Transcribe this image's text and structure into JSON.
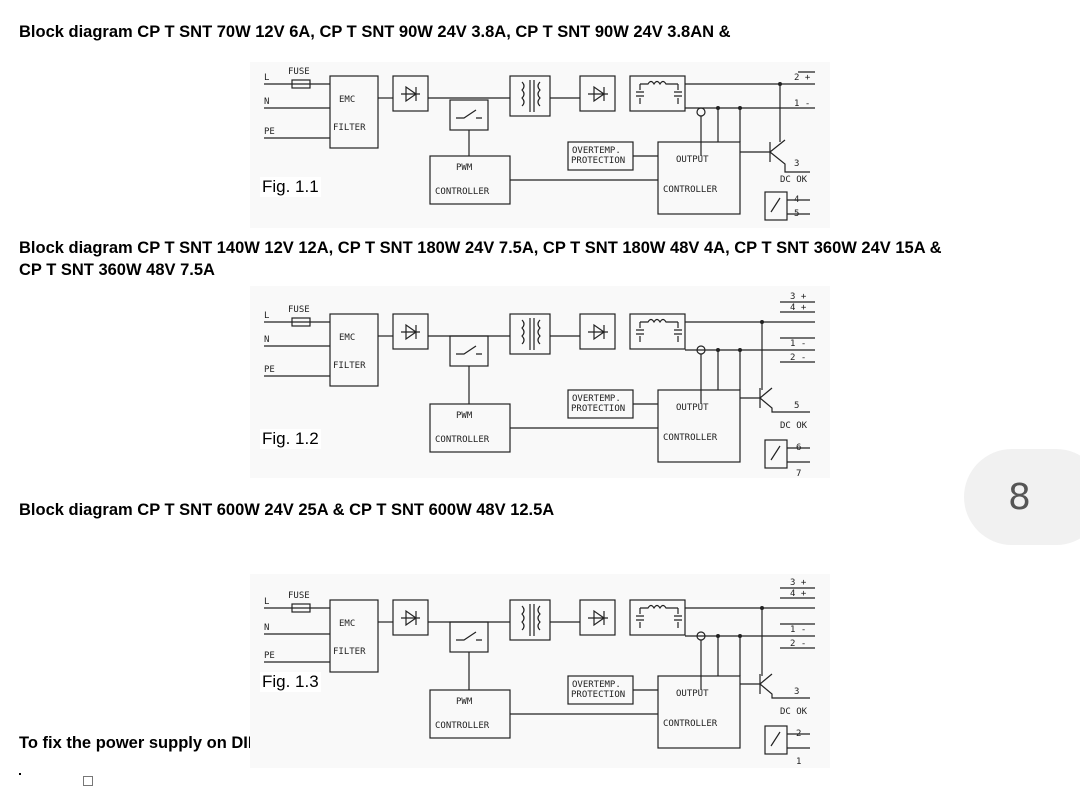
{
  "headings": {
    "h1": "Block diagram CP T SNT 70W 12V 6A, CP T SNT 90W 24V 3.8A, CP T SNT 90W 24V 3.8AN &",
    "h2_line1": "Block diagram CP T SNT 140W 12V 12A, CP T SNT 180W 24V 7.5A,  CP T SNT 180W 48V 4A, CP T SNT 360W 24V 15A &",
    "h2_line2": "CP T SNT 360W 48V 7.5A",
    "h3": "Block diagram CP T SNT 600W 24V 25A &  CP T SNT 600W 48V 12.5A",
    "h4": "To fix the power supply on DIN-rail"
  },
  "figures": [
    {
      "caption": "Fig. 1.1",
      "inputs": [
        "L",
        "N",
        "PE"
      ],
      "fuse": "FUSE",
      "emc": [
        "EMC",
        "FILTER"
      ],
      "pwm": [
        "PWM",
        "CONTROLLER"
      ],
      "overtemp": [
        "OVERTEMP.",
        "PROTECTION"
      ],
      "output": [
        "OUTPUT",
        "CONTROLLER"
      ],
      "terminals": [
        "2 +",
        "1 -",
        "3",
        "DC OK",
        "4",
        "5"
      ]
    },
    {
      "caption": "Fig. 1.2",
      "inputs": [
        "L",
        "N",
        "PE"
      ],
      "fuse": "FUSE",
      "emc": [
        "EMC",
        "FILTER"
      ],
      "pwm": [
        "PWM",
        "CONTROLLER"
      ],
      "overtemp": [
        "OVERTEMP.",
        "PROTECTION"
      ],
      "output": [
        "OUTPUT",
        "CONTROLLER"
      ],
      "terminals": [
        "3 +",
        "4 +",
        "1 -",
        "2 -",
        "5",
        "DC OK",
        "6",
        "7"
      ]
    },
    {
      "caption": "Fig. 1.3",
      "inputs": [
        "L",
        "N",
        "PE"
      ],
      "fuse": "FUSE",
      "emc": [
        "EMC",
        "FILTER"
      ],
      "pwm": [
        "PWM",
        "CONTROLLER"
      ],
      "overtemp": [
        "OVERTEMP.",
        "PROTECTION"
      ],
      "output": [
        "OUTPUT",
        "CONTROLLER"
      ],
      "terminals": [
        "3 +",
        "4 +",
        "1 -",
        "2 -",
        "3",
        "DC OK",
        "2",
        "1"
      ]
    }
  ],
  "page_number": "8"
}
